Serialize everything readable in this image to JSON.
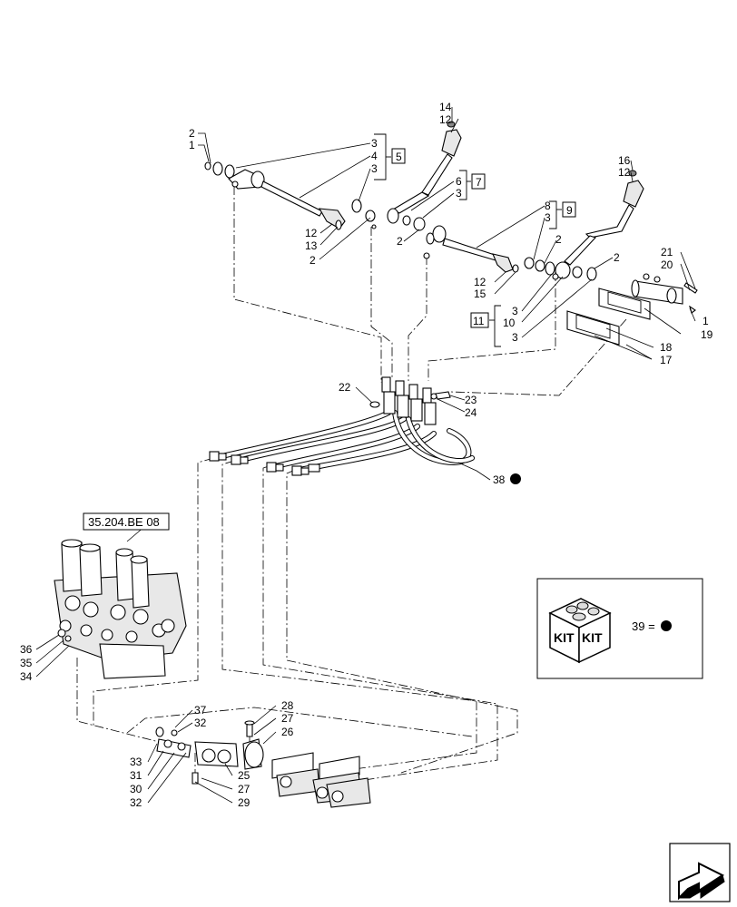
{
  "callouts": {
    "c2a": "2",
    "c1a": "1",
    "c3a": "3",
    "c4": "4",
    "c3b": "3",
    "c5": "5",
    "c14": "14",
    "c12a": "12",
    "c6": "6",
    "c3c": "3",
    "c7": "7",
    "c12b": "12",
    "c13": "13",
    "c2b": "2",
    "c2c": "2",
    "c8": "8",
    "c3d": "3",
    "c9": "9",
    "c2d": "2",
    "c16": "16",
    "c12c": "12",
    "c12d": "12",
    "c15": "15",
    "c11": "11",
    "c3e": "3",
    "c10": "10",
    "c3f": "3",
    "c2e": "2",
    "c21": "21",
    "c20": "20",
    "c1b": "1",
    "c19": "19",
    "c18": "18",
    "c17": "17",
    "c22": "22",
    "c23": "23",
    "c24": "24",
    "c38": "38",
    "ref": "35.204.BE 08",
    "c36": "36",
    "c35": "35",
    "c34": "34",
    "c37": "37",
    "c32a": "32",
    "c33": "33",
    "c31": "31",
    "c30": "30",
    "c32b": "32",
    "c28": "28",
    "c27a": "27",
    "c26": "26",
    "c25": "25",
    "c27b": "27",
    "c29": "29"
  },
  "kit_box": {
    "kit_label_1": "KIT",
    "kit_label_2": "KIT",
    "kit_eq": "39 ="
  },
  "icons": {
    "kit": "kit-box-icon",
    "nav": "next-page-arrow-icon"
  }
}
